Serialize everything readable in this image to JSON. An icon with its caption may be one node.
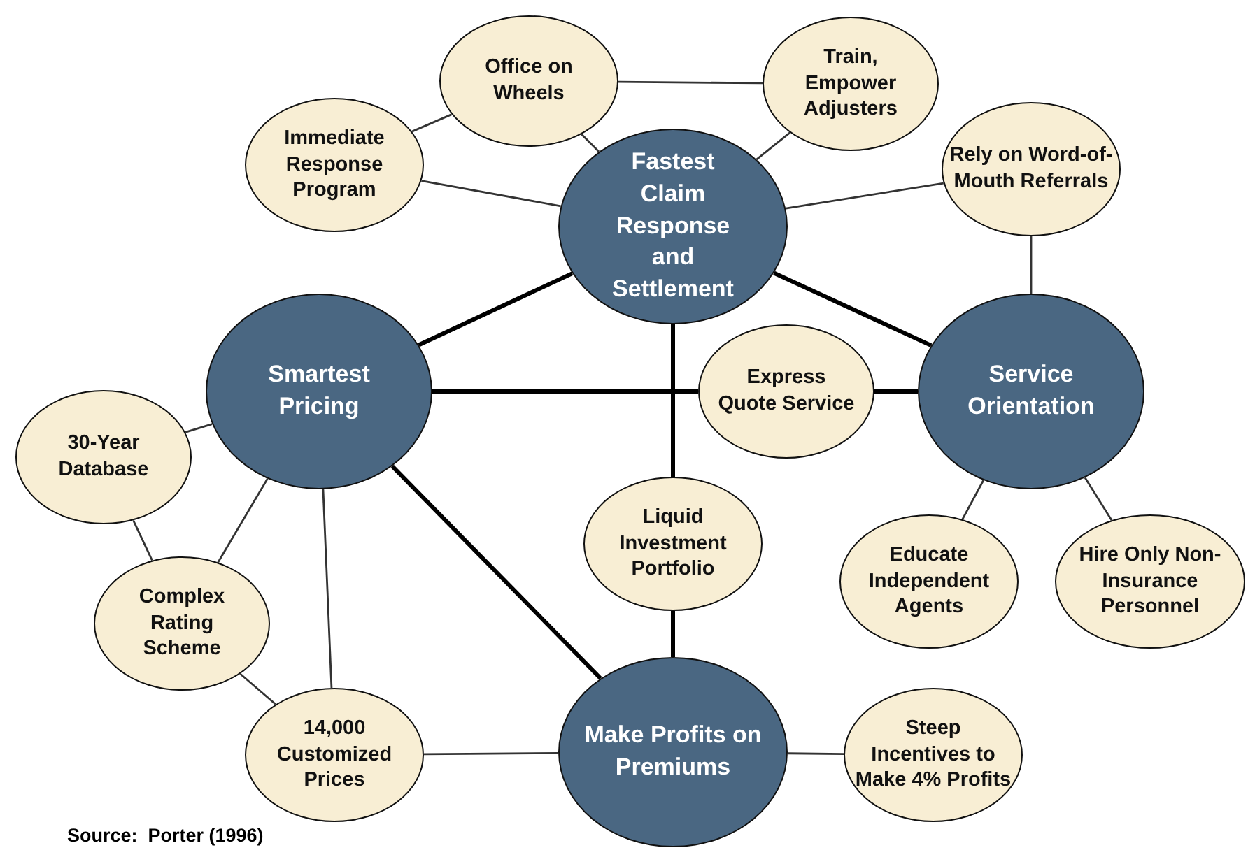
{
  "diagram": {
    "nodes": [
      {
        "text": [
          "Office on Wheels"
        ]
      },
      {
        "text": [
          "Train, Empower Adjusters"
        ]
      },
      {
        "text": [
          "Immediate Response Program"
        ]
      },
      {
        "text": [
          "Fastest Claim Response and Settlement"
        ]
      },
      {
        "text": [
          "Rely on Word-of-Mouth Referrals"
        ]
      },
      {
        "text": [
          "Smartest Pricing"
        ]
      },
      {
        "text": [
          "Express Quote Service"
        ]
      },
      {
        "text": [
          "Service Orientation"
        ]
      },
      {
        "text": [
          "30-Year Database"
        ]
      },
      {
        "text": [
          "Liquid Investment Portfolio"
        ]
      },
      {
        "text": [
          "Educate Independent Agents"
        ]
      },
      {
        "text": [
          "Hire Only Non-Insurance Personnel"
        ]
      },
      {
        "text": [
          "Complex Rating Scheme"
        ]
      },
      {
        "text": [
          "Make Profits on Premiums"
        ]
      },
      {
        "text": [
          "14,000 Customized Prices"
        ]
      },
      {
        "text": [
          "Steep Incentives to Make 4% Profits"
        ]
      }
    ],
    "edges": [
      {
        "from": 0,
        "to": 1,
        "arrow": "none"
      },
      {
        "from": 2,
        "to": 0,
        "arrow": "none"
      },
      {
        "from": 0,
        "to": 3,
        "arrow": "none"
      },
      {
        "from": 1,
        "to": 3,
        "arrow": "none"
      },
      {
        "from": 2,
        "to": 3,
        "arrow": "none"
      },
      {
        "from": 3,
        "to": 4,
        "arrow": "none"
      },
      {
        "from": 4,
        "to": 7,
        "arrow": "none"
      },
      {
        "from": 3,
        "to": 5,
        "arrow": "none",
        "style": "thick"
      },
      {
        "from": 3,
        "to": 7,
        "arrow": "none",
        "style": "thick"
      },
      {
        "from": 3,
        "to": 9,
        "arrow": "none",
        "style": "thick"
      },
      {
        "from": 5,
        "to": 6,
        "arrow": "none",
        "style": "thick"
      },
      {
        "from": 6,
        "to": 7,
        "arrow": "none",
        "style": "thick"
      },
      {
        "from": 9,
        "to": 13,
        "arrow": "none",
        "style": "thick"
      },
      {
        "from": 5,
        "to": 13,
        "arrow": "none",
        "style": "thick"
      },
      {
        "from": 5,
        "to": 8,
        "arrow": "none"
      },
      {
        "from": 5,
        "to": 12,
        "arrow": "none"
      },
      {
        "from": 5,
        "to": 14,
        "arrow": "none"
      },
      {
        "from": 8,
        "to": 12,
        "arrow": "none"
      },
      {
        "from": 12,
        "to": 14,
        "arrow": "none"
      },
      {
        "from": 14,
        "to": 13,
        "arrow": "none"
      },
      {
        "from": 13,
        "to": 15,
        "arrow": "none"
      },
      {
        "from": 7,
        "to": 10,
        "arrow": "none"
      },
      {
        "from": 7,
        "to": 11,
        "arrow": "none"
      }
    ],
    "labels": [
      "Source:  Porter (1996)"
    ]
  }
}
